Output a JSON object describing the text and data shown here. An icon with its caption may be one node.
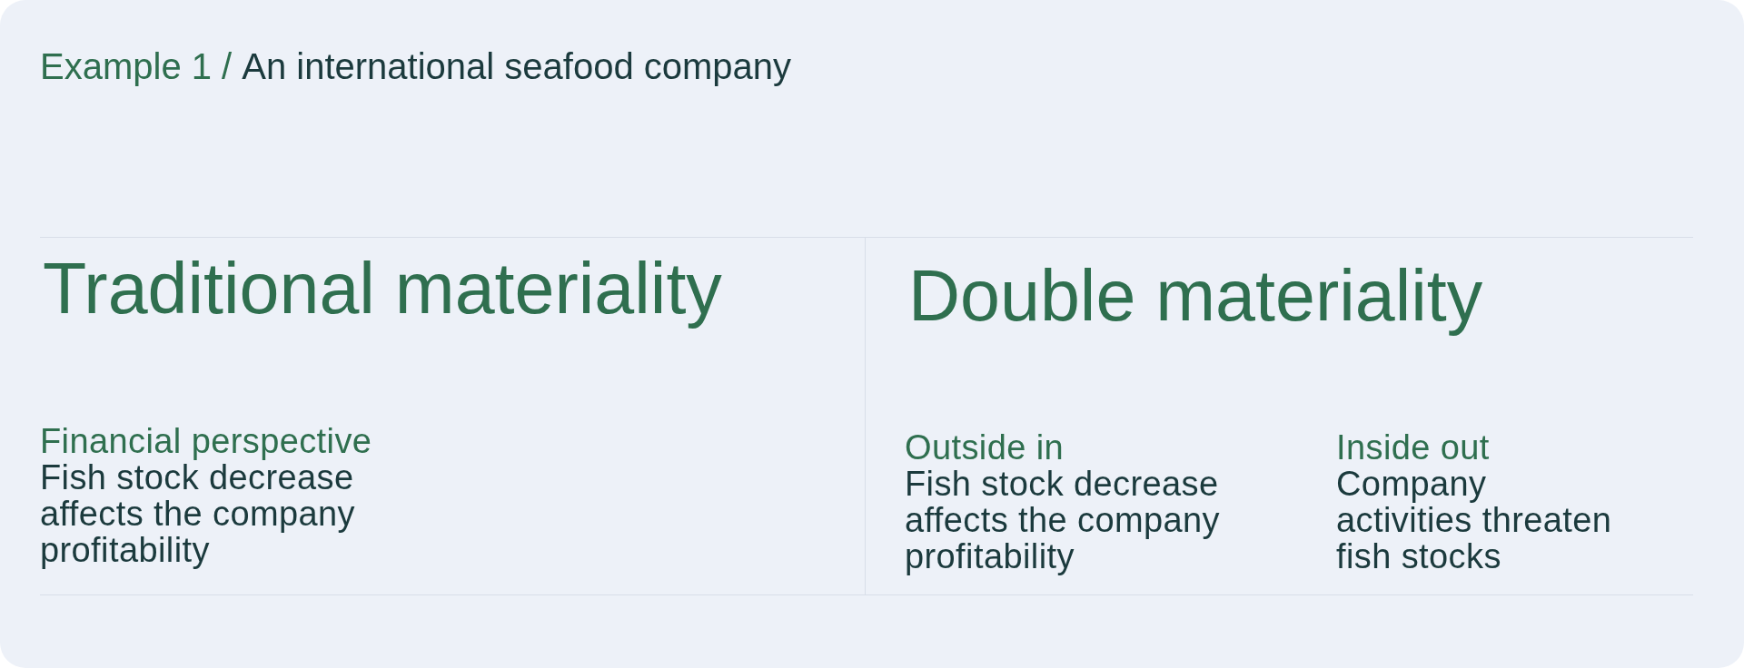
{
  "diagram": {
    "title": "An international seafood company",
    "labels": [
      "Example 1 /"
    ],
    "nodes": [
      {
        "text": [
          "Traditional materiality"
        ]
      },
      {
        "text": [
          "Financial perspective",
          "Fish stock decrease affects the company profitability"
        ],
        "in": 0
      },
      {
        "text": [
          "Double materiality"
        ]
      },
      {
        "text": [
          "Outside in",
          "Fish stock decrease affects the company profitability"
        ],
        "in": 2
      },
      {
        "text": [
          "Inside out",
          "Company activities threaten fish stocks"
        ],
        "in": 2
      }
    ]
  }
}
